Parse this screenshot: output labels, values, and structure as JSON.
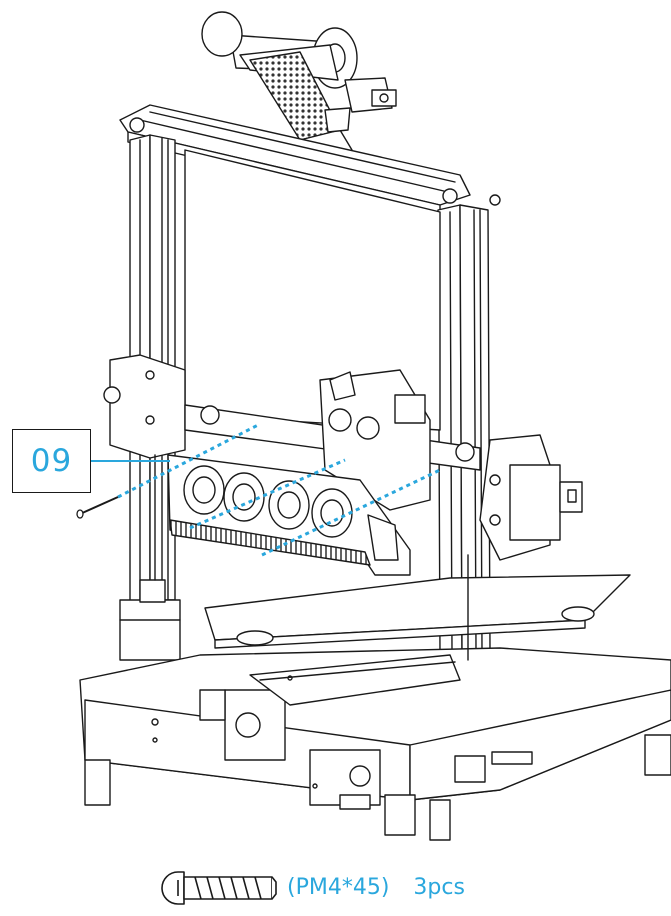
{
  "step": {
    "number": "09"
  },
  "hardware": {
    "screw_spec": "(PM4*45)",
    "quantity": "3pcs",
    "icon": "screw-icon"
  },
  "colors": {
    "accent": "#2aa7dd",
    "line": "#1a1a1a",
    "background": "#ffffff"
  }
}
